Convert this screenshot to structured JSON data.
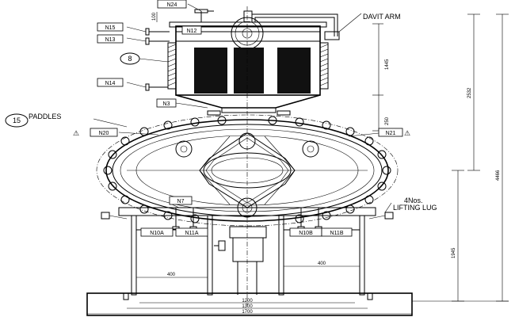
{
  "nozzles": {
    "n24": "N24",
    "n15": "N15",
    "n12": "N12",
    "n13": "N13",
    "n14": "N14",
    "n3": "N3",
    "n20": "N20",
    "n21": "N21",
    "n7": "N7",
    "n10a": "N10A",
    "n11a": "N11A",
    "n10b": "N10B",
    "n11b": "N11B"
  },
  "callouts": {
    "item_8": "8",
    "item_15": "15",
    "paddles": "PADDLES",
    "davit_arm": "DAVIT ARM",
    "lifting_lug_qty": "4Nos.",
    "lifting_lug": "LIFTING LUG",
    "triangle_symbol": "⚠"
  },
  "dimensions": {
    "d_100": "100",
    "d_1445": "1445",
    "d_250": "250",
    "d_2532": "2532",
    "d_4466": "4466",
    "d_1945": "1945",
    "d_400_left": "400",
    "d_400_right": "400",
    "d_1200": "1200",
    "d_1300": "1300",
    "d_1700": "1700"
  },
  "colors": {
    "line": "#000000",
    "background": "#ffffff"
  }
}
